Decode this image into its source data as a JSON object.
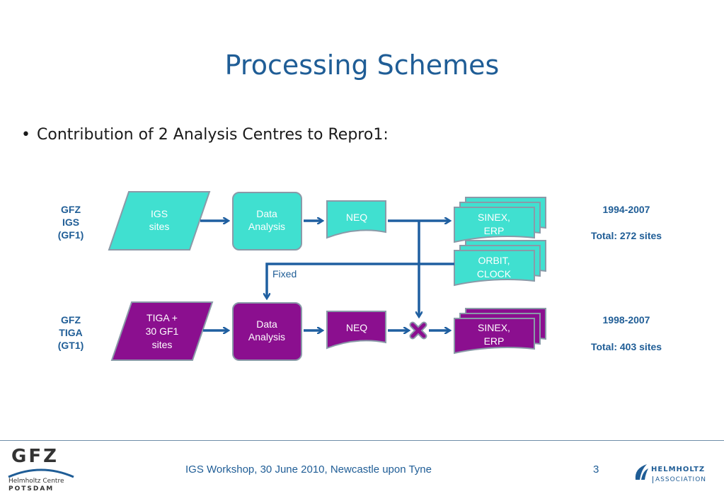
{
  "title": "Processing Schemes",
  "bullet": "Contribution of 2 Analysis Centres to Repro1:",
  "rows": {
    "top": {
      "label_lines": [
        "GFZ",
        "IGS",
        "(GF1)"
      ],
      "input_lines": [
        "IGS",
        "sites"
      ],
      "analysis_lines": [
        "Data",
        "Analysis"
      ],
      "neq": "NEQ",
      "sinex_lines": [
        "SINEX,",
        "ERP"
      ],
      "orbit_lines": [
        "ORBIT,",
        "CLOCK"
      ],
      "period": "1994-2007",
      "total": "Total: 272 sites"
    },
    "bottom": {
      "label_lines": [
        "GFZ",
        "TIGA",
        "(GT1)"
      ],
      "input_lines": [
        "TIGA +",
        "30 GF1",
        "sites"
      ],
      "analysis_lines": [
        "Data",
        "Analysis"
      ],
      "neq": "NEQ",
      "sinex_lines": [
        "SINEX,",
        "ERP"
      ],
      "period": "1998-2007",
      "total": "Total: 403 sites"
    }
  },
  "fixed_label": "Fixed",
  "colors": {
    "cyan_fill": "#40e0d0",
    "purple_fill": "#8b0f8f",
    "arrow": "#1f5fa0",
    "title": "#1f5d96"
  },
  "footer": {
    "text": "IGS Workshop, 30 June 2010, Newcastle upon Tyne",
    "page": "3",
    "gfz_logo": "GFZ",
    "gfz_sub1": "Helmholtz Centre",
    "gfz_sub2": "POTSDAM",
    "helmholtz_line1": "HELMHOLTZ",
    "helmholtz_line2": "ASSOCIATION"
  }
}
